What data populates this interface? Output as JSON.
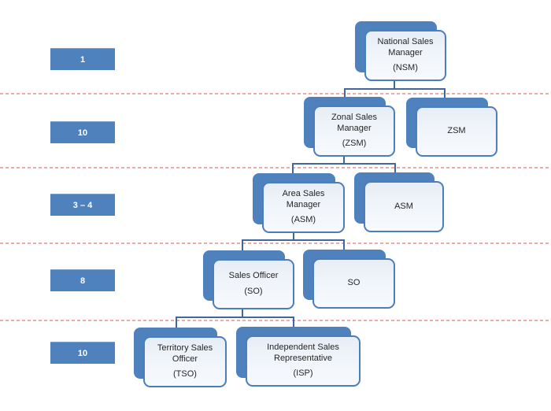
{
  "colors": {
    "accent_blue": "#4f81bd",
    "box_fill_light": "#eef3fa",
    "box_border": "#4a7ebc",
    "connector_blue": "#41689c",
    "separator_pink": "#efaaa5",
    "box_text": "#262626",
    "badge_text": "#ffffff"
  },
  "levels": [
    {
      "badge": "1",
      "nodes": [
        {
          "title": "National Sales Manager",
          "abbr": "(NSM)"
        }
      ]
    },
    {
      "badge": "10",
      "nodes": [
        {
          "title": "Zonal Sales Manager",
          "abbr": "(ZSM)"
        },
        {
          "label": "ZSM"
        }
      ]
    },
    {
      "badge": "3 – 4",
      "nodes": [
        {
          "title": "Area Sales Manager",
          "abbr": "(ASM)"
        },
        {
          "label": "ASM"
        }
      ]
    },
    {
      "badge": "8",
      "nodes": [
        {
          "title": "Sales Officer",
          "abbr": "(SO)"
        },
        {
          "label": "SO"
        }
      ]
    },
    {
      "badge": "10",
      "nodes": [
        {
          "title": "Territory Sales Officer",
          "abbr": "(TSO)"
        },
        {
          "title": "Independent Sales Representative",
          "abbr": "(ISP)"
        }
      ]
    }
  ]
}
